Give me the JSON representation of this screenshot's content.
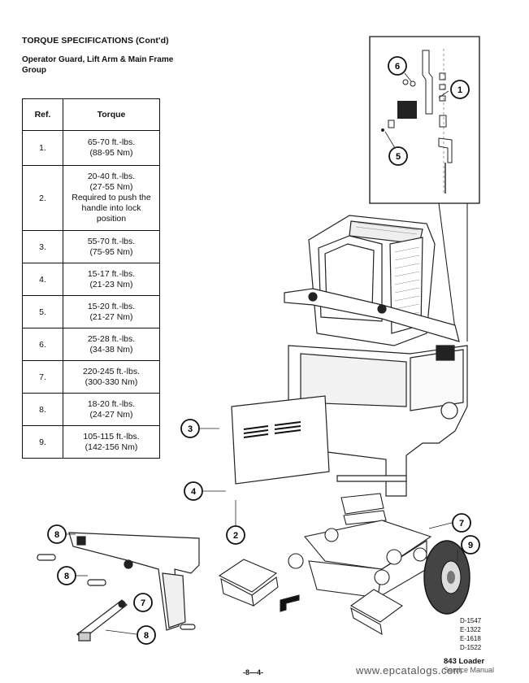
{
  "header": {
    "title": "TORQUE SPECIFICATIONS (Cont'd)",
    "subtitle": "Operator Guard, Lift Arm & Main Frame Group"
  },
  "table": {
    "columns": [
      "Ref.",
      "Torque"
    ],
    "rows": [
      {
        "ref": "1.",
        "lines": [
          "65-70 ft.-lbs.",
          "(88-95 Nm)"
        ]
      },
      {
        "ref": "2.",
        "lines": [
          "20-40 ft.-lbs.",
          "(27-55 Nm)",
          "Required to push the",
          "handle into lock",
          "position"
        ]
      },
      {
        "ref": "3.",
        "lines": [
          "55-70 ft.-lbs.",
          "(75-95 Nm)"
        ]
      },
      {
        "ref": "4.",
        "lines": [
          "15-17 ft.-lbs.",
          "(21-23 Nm)"
        ]
      },
      {
        "ref": "5.",
        "lines": [
          "15-20 ft.-lbs.",
          "(21-27 Nm)"
        ]
      },
      {
        "ref": "6.",
        "lines": [
          "25-28 ft.-lbs.",
          "(34-38 Nm)"
        ]
      },
      {
        "ref": "7.",
        "lines": [
          "220-245 ft.-lbs.",
          "(300-330 Nm)"
        ]
      },
      {
        "ref": "8.",
        "lines": [
          "18-20 ft.-lbs.",
          "(24-27 Nm)"
        ]
      },
      {
        "ref": "9.",
        "lines": [
          "105-115 ft.-lbs.",
          "(142-156 Nm)"
        ]
      }
    ]
  },
  "callouts": {
    "c1": "1",
    "c2": "2",
    "c3": "3",
    "c4": "4",
    "c5": "5",
    "c6": "6",
    "c7a": "7",
    "c7b": "7",
    "c8a": "8",
    "c8b": "8",
    "c8c": "8",
    "c9": "9"
  },
  "figure_codes": [
    "D-1547",
    "E-1322",
    "E-1618",
    "D-1522"
  ],
  "footer": {
    "page_number": "-8—4-",
    "model": "843 Loader",
    "model_sub": "Service Manual",
    "watermark": "www.epcatalogs.com"
  }
}
